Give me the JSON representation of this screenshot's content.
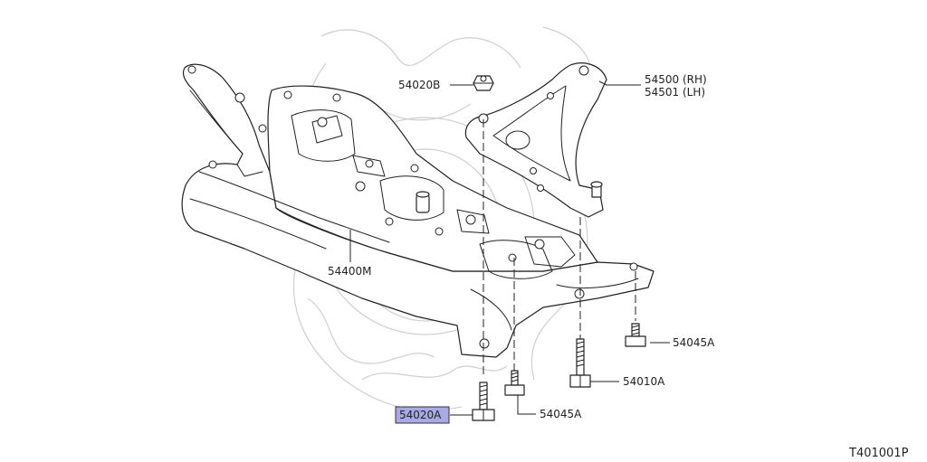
{
  "drawing_code": "T401001P",
  "parts": {
    "member": "54400M",
    "nut_top": "54020B",
    "link_rh": "54500 (RH)",
    "link_lh": "54501 (LH)",
    "bolt_right": "54045A",
    "bolt_center": "54045A",
    "bolt_long": "54010A",
    "bolt_highlighted": "54020A"
  },
  "colors": {
    "highlight": "#a9a9e6",
    "line": "#222222",
    "watermark": "#cfcfcf"
  }
}
